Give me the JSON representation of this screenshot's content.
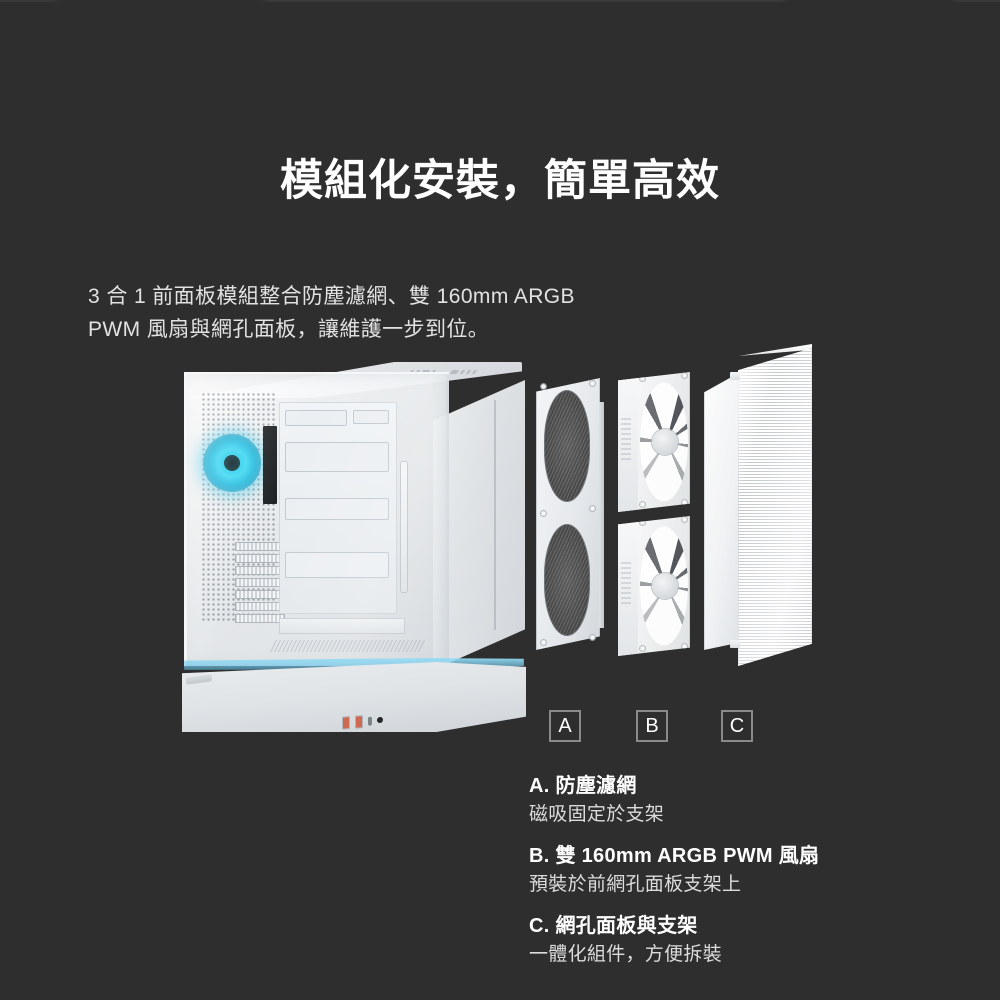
{
  "theme": {
    "background": "#2e2e2e",
    "text_primary": "#ffffff",
    "text_secondary": "#dcdcdc",
    "marker_border": "#8a8a8a",
    "accent_led": "#41d9f2"
  },
  "headline": {
    "text": "模組化安裝，簡單高效"
  },
  "description": {
    "line1": "3 合 1 前面板模組整合防塵濾網、雙 160mm ARGB",
    "line2": "PWM 風扇與網孔面板，讓維護一步到位。"
  },
  "product": {
    "alt": "白色電腦機殼與分解的前面板模組",
    "chassis_label": "白色中塔機殼",
    "parts": [
      {
        "id": "A",
        "name": "防塵濾網"
      },
      {
        "id": "B",
        "name": "雙 160mm ARGB PWM 風扇"
      },
      {
        "id": "C",
        "name": "網孔面板與支架"
      }
    ]
  },
  "markers": {
    "a": "A",
    "b": "B",
    "c": "C"
  },
  "legend": {
    "items": [
      {
        "title": "A. 防塵濾網",
        "subtitle": "磁吸固定於支架"
      },
      {
        "title": "B. 雙 160mm ARGB PWM 風扇",
        "subtitle": "預裝於前網孔面板支架上"
      },
      {
        "title": "C. 網孔面板與支架",
        "subtitle": "一體化組件，方便拆裝"
      }
    ]
  }
}
